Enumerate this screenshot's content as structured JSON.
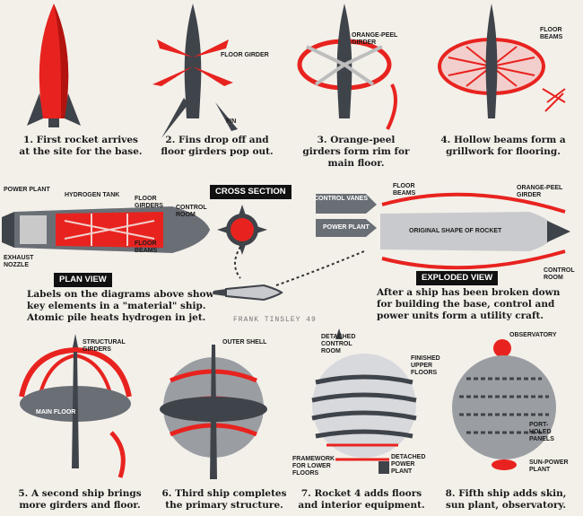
{
  "top_row": [
    {
      "caption": "1. First rocket arrives at the site for the base.",
      "labels": []
    },
    {
      "caption": "2. Fins drop off and floor girders pop out.",
      "labels": [
        "FLOOR GIRDER",
        "FIN"
      ]
    },
    {
      "caption": "3. Orange-peel girders form rim for main floor.",
      "labels": [
        "ORANGE-PEEL GIRDER"
      ]
    },
    {
      "caption": "4. Hollow beams form a grillwork for flooring.",
      "labels": [
        "FLOOR BEAMS"
      ]
    }
  ],
  "middle": {
    "rocket_labels": {
      "power_plant": "POWER PLANT",
      "hydrogen_tank": "HYDROGEN TANK",
      "floor_girders": "FLOOR GIRDERS",
      "control_room": "CONTROL ROOM",
      "floor_beams": "FLOOR BEAMS",
      "exhaust_nozzle": "EXHAUST NOZZLE"
    },
    "cross_section_title": "CROSS SECTION",
    "plan_view_title": "PLAN VIEW",
    "plan_view_text": "Labels on the diagrams above show key elements in a \"material\" ship. Atomic pile heats hydrogen in jet.",
    "exploded_view_title": "EXPLODED VIEW",
    "exploded_text": "After a ship has been broken down for building the base, control and power units form a utility craft.",
    "exploded_labels": {
      "control_vanes": "CONTROL VANES",
      "power_plant": "POWER PLANT",
      "floor_beams": "FLOOR BEAMS",
      "orange_peel_girder": "ORANGE-PEEL GIRDER",
      "original_shape": "ORIGINAL SHAPE OF ROCKET",
      "control_room": "CONTROL ROOM"
    },
    "signature": "FRANK TINSLEY 49"
  },
  "bottom_row": [
    {
      "caption": "5. A second ship brings more girders and floor.",
      "labels": [
        "STRUCTURAL GIRDERS",
        "MAIN FLOOR"
      ]
    },
    {
      "caption": "6. Third ship completes the primary structure.",
      "labels": [
        "OUTER SHELL"
      ]
    },
    {
      "caption": "7. Rocket 4 adds floors and interior equipment.",
      "labels": [
        "DETACHED CONTROL ROOM",
        "FINISHED UPPER FLOORS",
        "FRAMEWORK FOR LOWER FLOORS",
        "DETACHED POWER PLANT"
      ]
    },
    {
      "caption": "8. Fifth ship adds skin, sun plant, observatory.",
      "labels": [
        "OBSERVATORY",
        "PORT-HOLED PANELS",
        "SUN-POWER PLANT"
      ]
    }
  ],
  "colors": {
    "red": "#e8231f",
    "dark": "#3f434a",
    "grey": "#9a9ea3",
    "paper": "#f3f0ea"
  }
}
